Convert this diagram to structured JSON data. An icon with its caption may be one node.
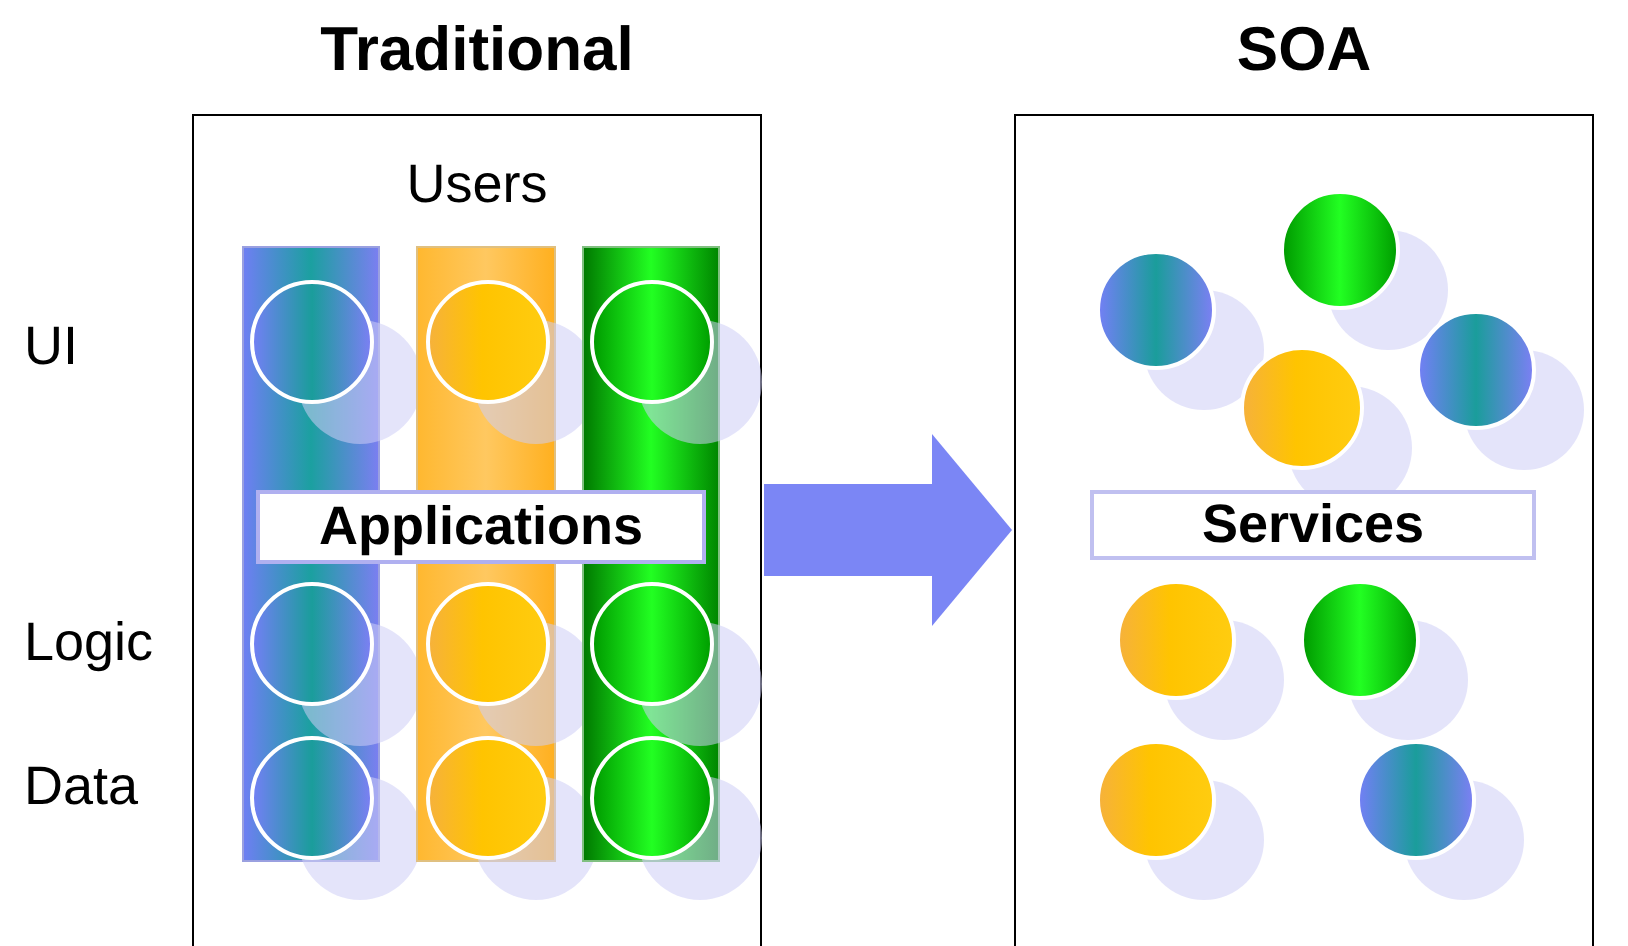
{
  "diagram": {
    "nodes": [
      {
        "text": [
          "Traditional"
        ]
      },
      {
        "text": [],
        "shape": "bar",
        "in": 0
      },
      {
        "text": [],
        "shape": "bar",
        "in": 0
      },
      {
        "text": [],
        "shape": "bar",
        "in": 0
      },
      {
        "text": [],
        "shape": "circle",
        "in": 1
      },
      {
        "text": [],
        "shape": "circle",
        "in": 1
      },
      {
        "text": [],
        "shape": "circle",
        "in": 1
      },
      {
        "text": [],
        "shape": "circle",
        "in": 2
      },
      {
        "text": [],
        "shape": "circle",
        "in": 2
      },
      {
        "text": [],
        "shape": "circle",
        "in": 2
      },
      {
        "text": [],
        "shape": "circle",
        "in": 3
      },
      {
        "text": [],
        "shape": "circle",
        "in": 3
      },
      {
        "text": [],
        "shape": "circle",
        "in": 3
      },
      {
        "text": [
          "Applications"
        ],
        "in": 0
      },
      {
        "text": [
          "SOA"
        ]
      },
      {
        "text": [],
        "shape": "circle",
        "in": 14
      },
      {
        "text": [],
        "shape": "circle",
        "in": 14
      },
      {
        "text": [],
        "shape": "circle",
        "in": 14
      },
      {
        "text": [],
        "shape": "circle",
        "in": 14
      },
      {
        "text": [
          "Services"
        ],
        "in": 14
      },
      {
        "text": [],
        "shape": "circle",
        "in": 14
      },
      {
        "text": [],
        "shape": "circle",
        "in": 14
      },
      {
        "text": [],
        "shape": "circle",
        "in": 14
      },
      {
        "text": [],
        "shape": "circle",
        "in": 14
      }
    ],
    "edges": [
      {
        "from": 0,
        "to": 14,
        "arrow": "to"
      }
    ],
    "labels": [
      "Users",
      "UI",
      "Logic",
      "Data"
    ]
  }
}
